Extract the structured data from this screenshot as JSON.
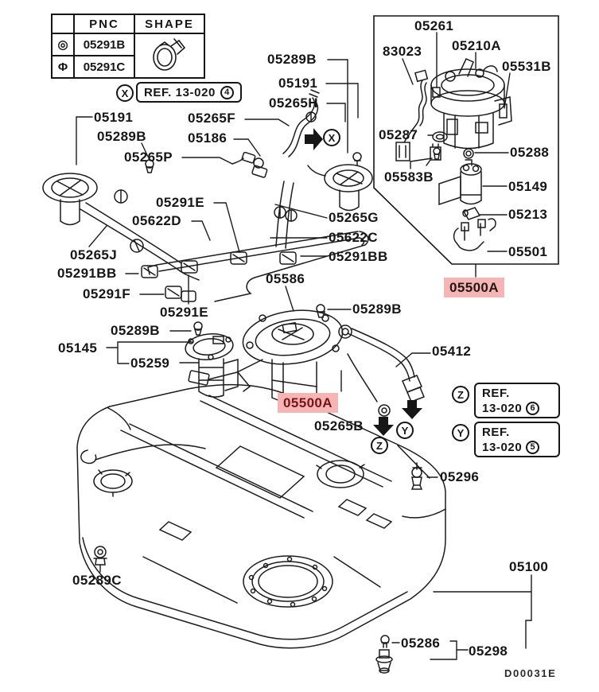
{
  "colors": {
    "highlight_bg": "#f6b5b5",
    "highlight_text_mid": "#7a1414",
    "highlight_text_right": "#241616",
    "ink": "#161616"
  },
  "figure_code": "D00031E",
  "table": {
    "pnc_header": "PNC",
    "shape_header": "SHAPE",
    "rows": [
      {
        "symbol": "◎",
        "pnc": "05291B"
      },
      {
        "symbol": "Φ",
        "pnc": "05291C"
      }
    ]
  },
  "ref_notes": [
    {
      "marker": "X",
      "text": "REF. 13-020",
      "num": "4"
    },
    {
      "marker": "Z",
      "line1": "REF.",
      "line2": "13-020",
      "num": "6"
    },
    {
      "marker": "Y",
      "line1": "REF.",
      "line2": "13-020",
      "num": "5"
    }
  ],
  "markers": {
    "x_arrow": "X",
    "z_small": "Z",
    "y_small": "Y"
  },
  "labels": [
    {
      "text": "05289B"
    },
    {
      "text": "05191"
    },
    {
      "text": "05265H"
    },
    {
      "text": "05265F"
    },
    {
      "text": "05186"
    },
    {
      "text": "05191"
    },
    {
      "text": "05289B"
    },
    {
      "text": "05265P"
    },
    {
      "text": "05291E"
    },
    {
      "text": "05622D"
    },
    {
      "text": "05265J"
    },
    {
      "text": "05291BB"
    },
    {
      "text": "05291F"
    },
    {
      "text": "05291E"
    },
    {
      "text": "05586"
    },
    {
      "text": "05265G"
    },
    {
      "text": "05622C"
    },
    {
      "text": "05291BB"
    },
    {
      "text": "05583B"
    },
    {
      "text": "05261"
    },
    {
      "text": "83023"
    },
    {
      "text": "05210A"
    },
    {
      "text": "05531B"
    },
    {
      "text": "05287"
    },
    {
      "text": "05288"
    },
    {
      "text": "05149"
    },
    {
      "text": "05213"
    },
    {
      "text": "05501"
    },
    {
      "text": "05500A",
      "highlighted": true
    },
    {
      "text": "05289B"
    },
    {
      "text": "05500A",
      "highlighted": true
    },
    {
      "text": "05412"
    },
    {
      "text": "05265B"
    },
    {
      "text": "05296"
    },
    {
      "text": "05100"
    },
    {
      "text": "05289C"
    },
    {
      "text": "05286"
    },
    {
      "text": "05298"
    },
    {
      "text": "05145"
    },
    {
      "text": "05289B"
    },
    {
      "text": "05259"
    }
  ]
}
